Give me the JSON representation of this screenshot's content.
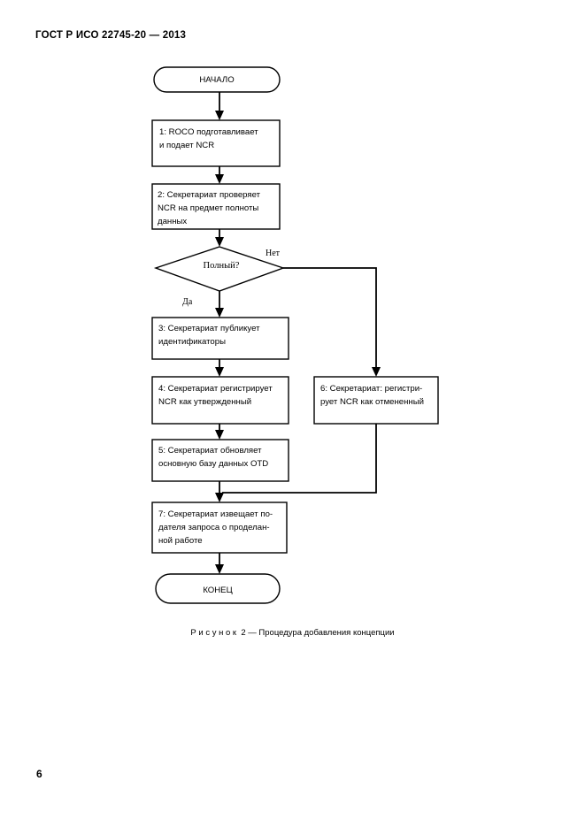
{
  "document": {
    "header": "ГОСТ Р ИСО 22745-20 — 2013",
    "page_number": "6",
    "figure_caption": "Р и с у н о к  2 — Процедура добавления концепции"
  },
  "flowchart": {
    "start": {
      "label": "НАЧАЛО"
    },
    "end": {
      "label": "КОНЕЦ"
    },
    "decision": {
      "label": "Полный?",
      "yes_label": "Да",
      "no_label": "Нет"
    },
    "steps": [
      {
        "id": "1",
        "lines": [
          "1: ROCO подготавливает",
          "и подает NCR"
        ]
      },
      {
        "id": "2",
        "lines": [
          "2: Секретариат проверяет",
          "NCR на предмет полноты",
          "данных"
        ]
      },
      {
        "id": "3",
        "lines": [
          "3: Секретариат публикует",
          "идентификаторы"
        ]
      },
      {
        "id": "4",
        "lines": [
          "4: Секретариат регистрирует",
          "NCR как утвержденный"
        ]
      },
      {
        "id": "5",
        "lines": [
          "5: Секретариат обновляет",
          "основную базу данных OTD"
        ]
      },
      {
        "id": "6",
        "lines": [
          "6: Секретариат: регистри-",
          "рует NCR как отмененный"
        ]
      },
      {
        "id": "7",
        "lines": [
          "7: Секретариат извещает по-",
          "дателя запроса о проделан-",
          "ной работе"
        ]
      }
    ]
  },
  "colors": {
    "ink": "#000000",
    "paper": "#ffffff"
  }
}
